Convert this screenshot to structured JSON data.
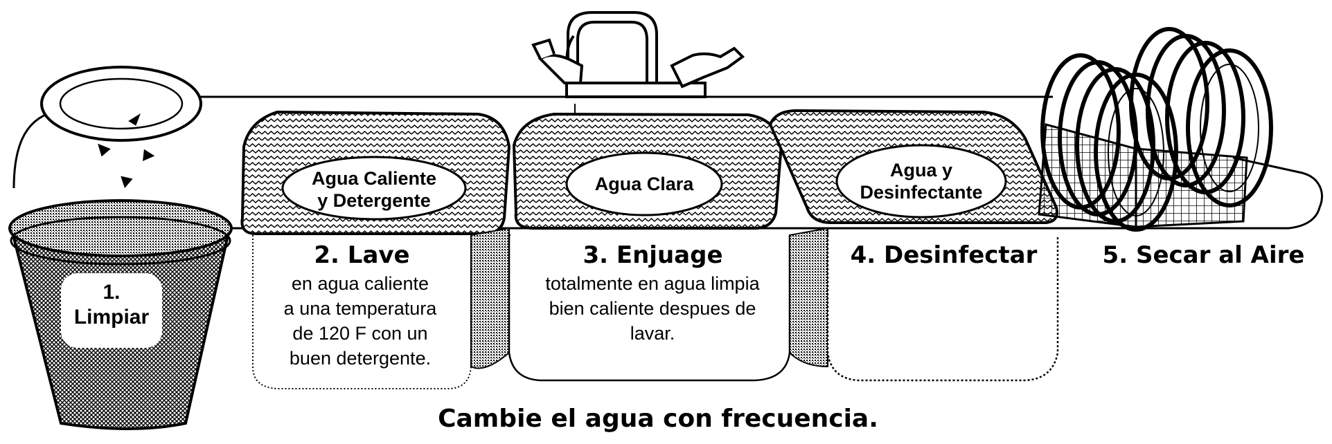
{
  "steps": {
    "s1": {
      "title": "1.\nLimpiar"
    },
    "s2": {
      "sink": "Agua Caliente\ny Detergente",
      "title": "2. Lave",
      "desc": "en agua caliente\na una temperatura\nde 120 F con un\nbuen detergente."
    },
    "s3": {
      "sink": "Agua Clara",
      "title": "3. Enjuage",
      "desc": "totalmente en agua limpia\nbien caliente despues de\nlavar."
    },
    "s4": {
      "sink": "Agua y\nDesinfectante",
      "title": "4. Desinfectar"
    },
    "s5": {
      "title": "5. Secar al Aire"
    }
  },
  "footer": "Cambie el agua con frecuencia."
}
